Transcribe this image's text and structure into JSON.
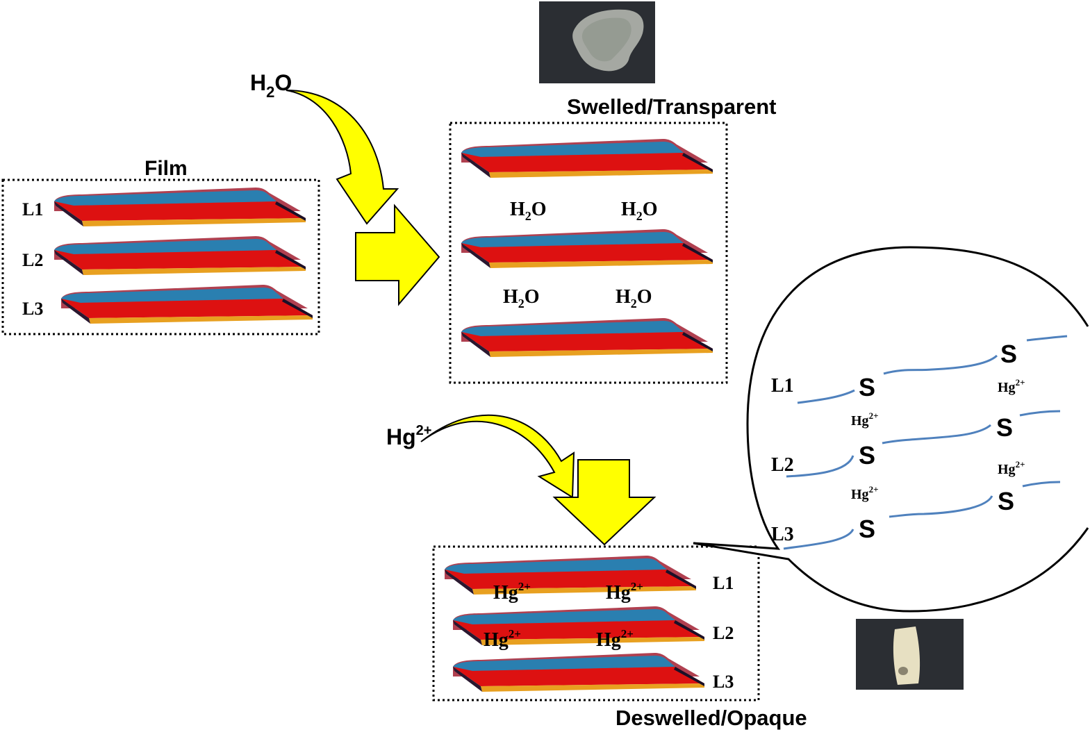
{
  "labels": {
    "film": "Film",
    "swelled": "Swelled/Transparent",
    "deswelled": "Deswelled/Opaque",
    "layer1": "L1",
    "layer2": "L2",
    "layer3": "L3",
    "water_main": "H",
    "water_sub": "2",
    "water_tail": "O",
    "hg_main": "Hg",
    "hg_sup": "2+",
    "sulfur": "S"
  },
  "colors": {
    "layer_top_blue": "#2a7fb0",
    "layer_red": "#dd1111",
    "layer_edge_orange": "#e8a020",
    "layer_shadow": "#1a1028",
    "layer_rim": "#b04050",
    "arrow_fill": "#ffff00",
    "chain_blue": "#4f81bd",
    "photo_bg": "#2b2e33",
    "photo_blob": "#cfd2c8",
    "photo_piece": "#e7e0c2"
  }
}
